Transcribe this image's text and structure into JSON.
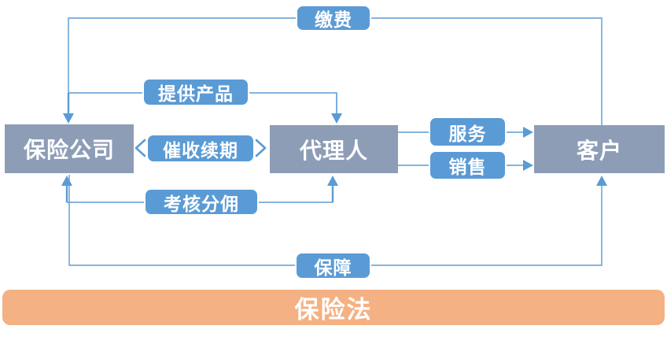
{
  "diagram": {
    "title": "insurance-relationship-flow",
    "nodes": [
      {
        "id": "insurance-company",
        "label": "保险公司"
      },
      {
        "id": "agent",
        "label": "代理人"
      },
      {
        "id": "customer",
        "label": "客户"
      }
    ],
    "edges": [
      {
        "id": "pay-premium",
        "label": "缴费",
        "from": "customer",
        "to": "insurance-company",
        "bidirectional": false
      },
      {
        "id": "provide-products",
        "label": "提供产品",
        "from": "insurance-company",
        "to": "agent",
        "bidirectional": false
      },
      {
        "id": "collect-renewal",
        "label": "催收续期",
        "from": "insurance-company",
        "to": "agent",
        "bidirectional": true
      },
      {
        "id": "assess-commission",
        "label": "考核分佣",
        "from": "insurance-company",
        "to": "agent",
        "bidirectional": true
      },
      {
        "id": "service",
        "label": "服务",
        "from": "agent",
        "to": "customer",
        "bidirectional": false
      },
      {
        "id": "sales",
        "label": "销售",
        "from": "agent",
        "to": "customer",
        "bidirectional": false
      },
      {
        "id": "protection",
        "label": "保障",
        "from": "insurance-company",
        "to": "customer",
        "bidirectional": false
      }
    ],
    "banner": {
      "label": "保险法"
    },
    "colors": {
      "node_fill": "#8D9DB6",
      "tag_fill": "#5B9BD5",
      "line": "#5B9BD5",
      "banner_fill": "#F4B183",
      "text": "#FFFFFF",
      "background": "#FFFFFF"
    }
  }
}
